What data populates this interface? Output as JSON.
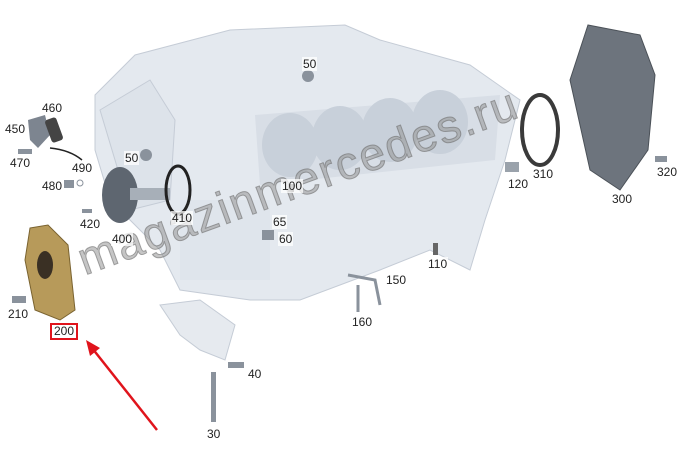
{
  "watermark": "magazinmercedes.ru",
  "highlight_color": "#e0141c",
  "parts": {
    "p50a": "50",
    "p460": "460",
    "p450": "450",
    "p470": "470",
    "p490": "490",
    "p50b": "50",
    "p480": "480",
    "p420": "420",
    "p400": "400",
    "p410": "410",
    "p100": "100",
    "p65": "65",
    "p60": "60",
    "p110": "110",
    "p150": "150",
    "p160": "160",
    "p120": "120",
    "p310": "310",
    "p300": "300",
    "p320": "320",
    "p210": "210",
    "p200": "200",
    "p40": "40",
    "p30": "30"
  },
  "highlighted_part": "200"
}
